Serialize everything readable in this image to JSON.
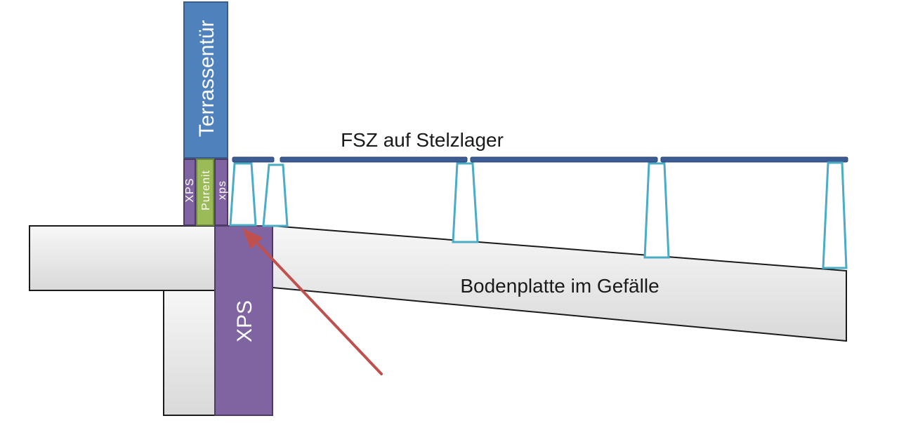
{
  "labels": {
    "door": "Terrassentür",
    "xps_small_left": "XPS",
    "purenit": "Purenit",
    "xps_small_right": "xps",
    "xps_large": "XPS",
    "tiles_on_pedestals": "FSZ auf Stelzlager",
    "slab": "Bodenplatte im Gefälle"
  },
  "colors": {
    "door_blue": "#4f81bd",
    "door_border": "#385d8a",
    "xps_purple": "#8064a2",
    "xps_border": "#4c3a67",
    "purenit_green": "#9bbb59",
    "concrete_fill": "#e6e6e6",
    "concrete_border": "#1a1a1a",
    "tile_rail": "#3c5c93",
    "pedestal_cyan": "#4bacc6",
    "arrow_red": "#c0504d"
  }
}
